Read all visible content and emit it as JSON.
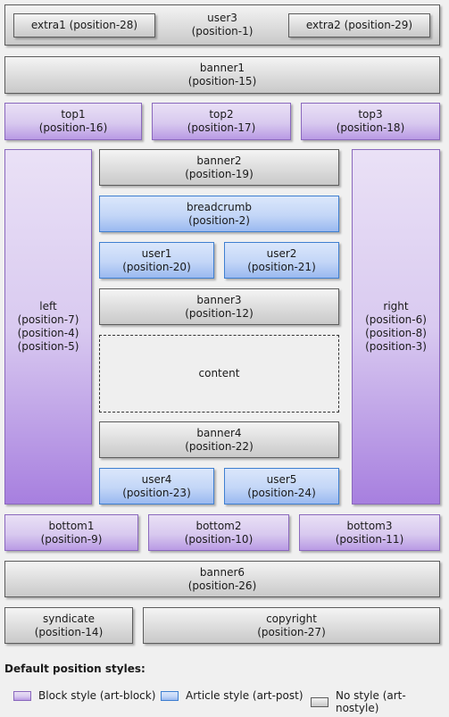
{
  "boxes": {
    "extra1": {
      "name": "extra1",
      "pos": "(position-28)"
    },
    "user3": {
      "name": "user3",
      "pos": "(position-1)"
    },
    "extra2": {
      "name": "extra2",
      "pos": "(position-29)"
    },
    "banner1": {
      "name": "banner1",
      "pos": "(position-15)"
    },
    "top1": {
      "name": "top1",
      "pos": "(position-16)"
    },
    "top2": {
      "name": "top2",
      "pos": "(position-17)"
    },
    "top3": {
      "name": "top3",
      "pos": "(position-18)"
    },
    "left": {
      "name": "left",
      "positions": [
        "(position-7)",
        "(position-4)",
        "(position-5)"
      ]
    },
    "right": {
      "name": "right",
      "positions": [
        "(position-6)",
        "(position-8)",
        "(position-3)"
      ]
    },
    "banner2": {
      "name": "banner2",
      "pos": "(position-19)"
    },
    "breadcrumb": {
      "name": "breadcrumb",
      "pos": "(position-2)"
    },
    "user1": {
      "name": "user1",
      "pos": "(position-20)"
    },
    "user2": {
      "name": "user2",
      "pos": "(position-21)"
    },
    "banner3": {
      "name": "banner3",
      "pos": "(position-12)"
    },
    "content": {
      "name": "content"
    },
    "banner4": {
      "name": "banner4",
      "pos": "(position-22)"
    },
    "user4": {
      "name": "user4",
      "pos": "(position-23)"
    },
    "user5": {
      "name": "user5",
      "pos": "(position-24)"
    },
    "bottom1": {
      "name": "bottom1",
      "pos": "(position-9)"
    },
    "bottom2": {
      "name": "bottom2",
      "pos": "(position-10)"
    },
    "bottom3": {
      "name": "bottom3",
      "pos": "(position-11)"
    },
    "banner6": {
      "name": "banner6",
      "pos": "(position-26)"
    },
    "syndicate": {
      "name": "syndicate",
      "pos": "(position-14)"
    },
    "copyright": {
      "name": "copyright",
      "pos": "(position-27)"
    }
  },
  "legend": {
    "title": "Default position styles:",
    "block": {
      "label": "Block style (art-block)",
      "color": "#b99ae4"
    },
    "post": {
      "label": "Article style (art-post)",
      "color": "#9ab9f0"
    },
    "nostyle": {
      "label": "No style (art-nostyle)",
      "color": "#c9c9c9"
    }
  }
}
